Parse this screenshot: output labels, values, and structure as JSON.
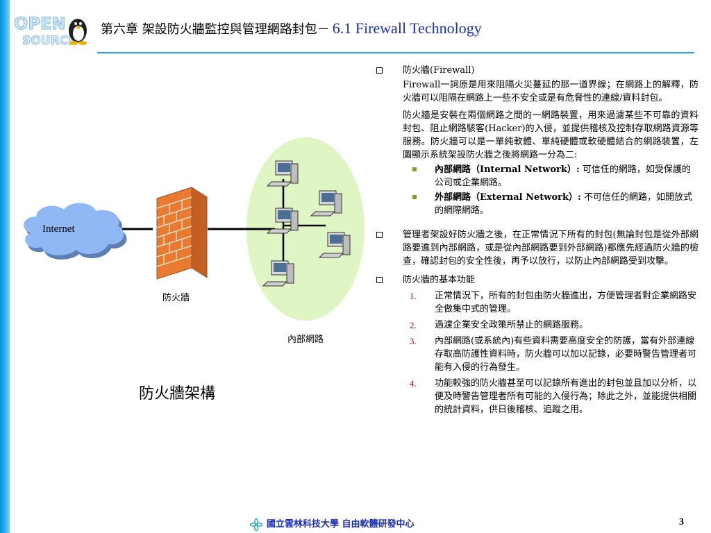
{
  "header": {
    "title_zh": "第六章 架設防火牆監控與管理網路封包－",
    "title_en": "6.1 Firewall Technology",
    "logo_text_top": "OPEN",
    "logo_text_bottom": "SOURCE"
  },
  "diagram": {
    "cloud_label": "Internet",
    "firewall_label": "防火牆",
    "internal_label": "內部網路",
    "caption": "防火牆架構"
  },
  "content": {
    "b1_title": "防火牆(Firewall)",
    "b1_p1": "Firewall一詞原是用來阻隔火災蔓延的那一道界線；在網路上的解釋，防火牆可以阻隔在網路上一些不安全或是有危脅性的連線/資料封包。",
    "b1_p2": "防火牆是安裝在兩個網路之間的一網路裝置，用來過濾某些不可靠的資料封包、阻止網路駭客(Hacker)的入侵，並提供稽核及控制存取網路資源等服務。防火牆可以是一單純軟體、單純硬體或軟硬體結合的網路裝置，左圖顯示系統架設防火牆之後將網路一分為二:",
    "s1_bold": "內部網路（Internal Network）:",
    "s1_text": " 可信任的網路，如受保護的公司或企業網路。",
    "s2_bold": "外部網路（External Network）:",
    "s2_text": " 不可信任的網路，如開放式的網際網路。",
    "b2_text": "管理者架設好防火牆之後，在正常情況下所有的封包(無論封包是從外部網路要進到內部網路，或是從內部網路要到外部網路)都應先經過防火牆的檢查，確認封包的安全性後，再予以放行，以防止內部網路受到攻擊。",
    "b3_title": "防火牆的基本功能",
    "n1": "1.",
    "i1": "正常情況下，所有的封包由防火牆進出，方便管理者對企業網路安全做集中式的管理。",
    "n2": "2.",
    "i2": "過濾企業安全政策所禁止的網路服務。",
    "n3": "3.",
    "i3": "內部網路(或系統內)有些資料需要高度安全的防護，當有外部連線存取高防護性資料時，防火牆可以加以記錄，必要時警告管理者可能有入侵的行為發生。",
    "n4": "4.",
    "i4": "功能較強的防火牆甚至可以記錄所有進出的封包並且加以分析，以便及時警告管理者所有可能的入侵行為；除此之外，並能提供相關的統計資料，供日後稽核、追蹤之用。"
  },
  "footer": {
    "org": "國立雲林科技大學 自由軟體研發中心",
    "page": "3"
  },
  "colors": {
    "accent_blue": "#1a2fb8",
    "line_blue": "#27a3e6",
    "number_red": "#c00000",
    "sub_bullet": "#8a9a1e",
    "ellipse_green": "#dff5c4",
    "cloud_blue": "#8fb8f5"
  }
}
